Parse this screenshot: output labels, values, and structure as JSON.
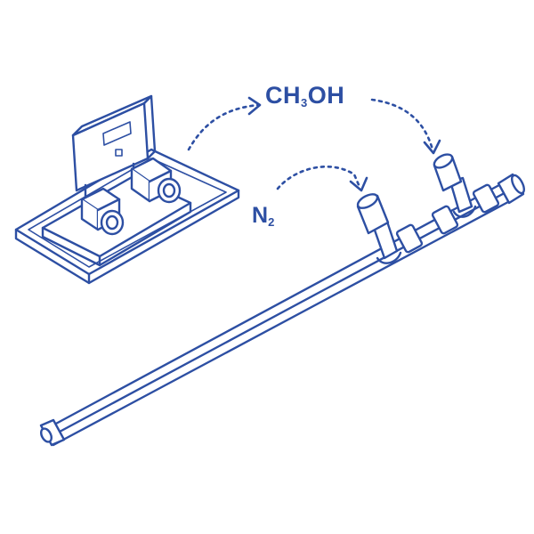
{
  "labels": {
    "methanol": {
      "base": "CH",
      "sub": "3",
      "tail": "OH"
    },
    "nitrogen": {
      "base": "N",
      "sub": "2"
    }
  },
  "colors": {
    "ink": "#2d4fa3",
    "background": "#ffffff"
  },
  "icons": [
    "supply-unit-icon",
    "injection-pipe-icon",
    "flow-arrow-icon"
  ]
}
